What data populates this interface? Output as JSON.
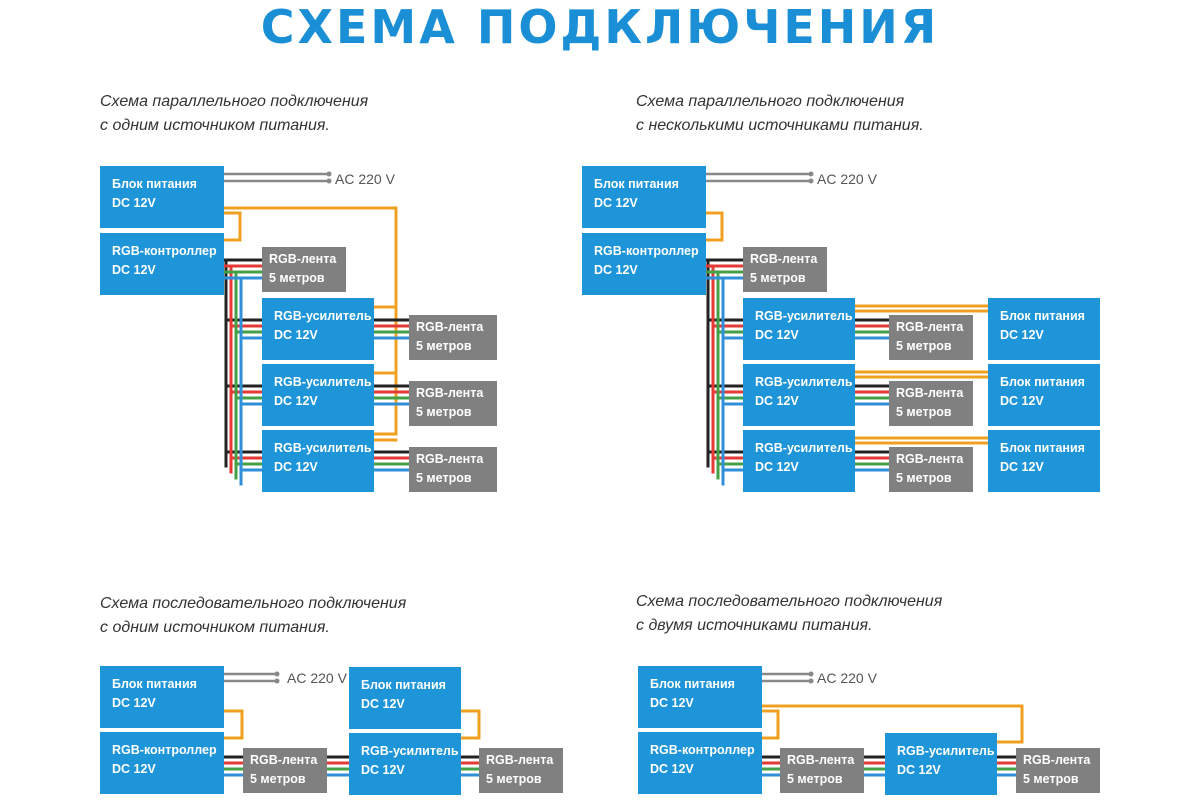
{
  "title": "СХЕМА ПОДКЛЮЧЕНИЯ",
  "labels": {
    "psu_l1": "Блок питания",
    "controller_l1": "RGB-контроллер",
    "amplifier_l1": "RGB-усилитель",
    "dc": "DC 12V",
    "strip_l1": "RGB-лента",
    "strip_l2": "5 метров",
    "ac": "AC 220 V"
  },
  "diagrams": [
    {
      "id": "parallel-single",
      "caption": [
        "Схема параллельного подключения",
        "с одним источником питания."
      ]
    },
    {
      "id": "parallel-multi",
      "caption": [
        "Схема параллельного подключения",
        "с несколькими источниками питания."
      ]
    },
    {
      "id": "serial-single",
      "caption": [
        "Схема последовательного подключения",
        "с одним источником питания."
      ]
    },
    {
      "id": "serial-two",
      "caption": [
        "Схема последовательного подключения",
        "с двумя источниками питания."
      ]
    }
  ],
  "colors": {
    "title": "#1b8fd6",
    "box_blue": "#1e95d9",
    "box_gray": "#808080",
    "wire_power": "#f0a020",
    "wire_ac": "#888888",
    "wire_black": "#222222",
    "wire_red": "#e53935",
    "wire_green": "#43a047",
    "wire_blue": "#2f8fd8"
  }
}
